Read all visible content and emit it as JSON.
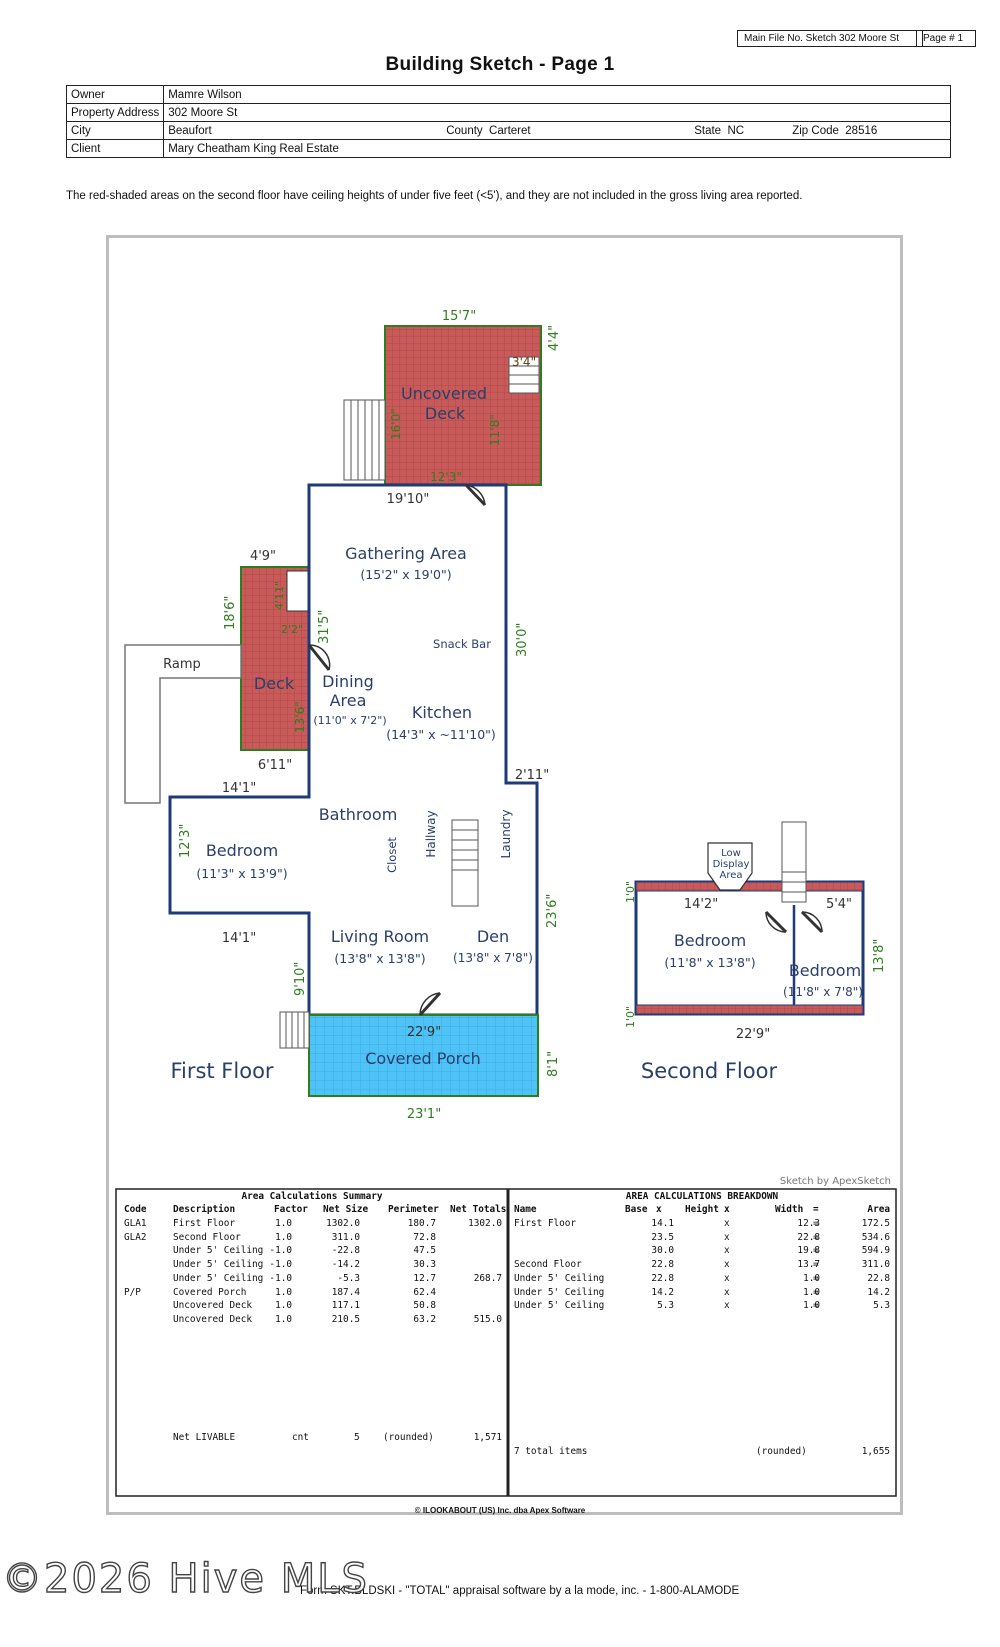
{
  "header": {
    "file_no": "Main File No. Sketch 302 Moore St",
    "page_no": "Page # 1",
    "title": "Building Sketch - Page 1"
  },
  "info": {
    "owner_label": "Owner",
    "owner": "Mamre Wilson",
    "address_label": "Property Address",
    "address": "302 Moore St",
    "city_label": "City",
    "city": "Beaufort",
    "county_label": "County",
    "county": "Carteret",
    "state_label": "State",
    "state": "NC",
    "zip_label": "Zip Code",
    "zip": "28516",
    "client_label": "Client",
    "client": "Mary Cheatham King Real Estate"
  },
  "note": "The red-shaded areas on the second floor have ceiling heights of under five feet (<5'), and they are not included in the gross living area reported.",
  "sketch": {
    "first_floor_title": "First Floor",
    "second_floor_title": "Second Floor",
    "rooms": {
      "uncovered_deck_1": "Uncovered",
      "uncovered_deck_2": "Deck",
      "gathering": "Gathering Area",
      "gathering_dim": "(15'2\" x 19'0\")",
      "snack_bar": "Snack Bar",
      "deck": "Deck",
      "ramp": "Ramp",
      "dining_1": "Dining",
      "dining_2": "Area",
      "dining_dim": "(11'0\" x 7'2\")",
      "kitchen": "Kitchen",
      "kitchen_dim": "(14'3\" x ~11'10\")",
      "bathroom": "Bathroom",
      "bedroom": "Bedroom",
      "bedroom_dim": "(11'3\" x 13'9\")",
      "closet": "Closet",
      "hallway": "Hallway",
      "laundry": "Laundry",
      "living": "Living Room",
      "living_dim": "(13'8\" x 13'8\")",
      "den": "Den",
      "den_dim": "(13'8\" x 7'8\")",
      "covered_porch": "Covered Porch",
      "low_display_1": "Low",
      "low_display_2": "Display",
      "low_display_3": "Area",
      "bedroom2a": "Bedroom",
      "bedroom2a_dim": "(11'8\" x 13'8\")",
      "bedroom2b": "Bedroom",
      "bedroom2b_dim": "(11'8\" x 7'8\")"
    },
    "dims": {
      "d15_7": "15'7\"",
      "d4_4": "4'4\"",
      "d3_4": "3'4\"",
      "d16_0": "16'0\"",
      "d11_8": "11'8\"",
      "d12_3": "12'3\"",
      "d19_10": "19'10\"",
      "d4_9": "4'9\"",
      "d18_6": "18'6\"",
      "d4_11": "4'11\"",
      "d2_2": "2'2\"",
      "d31_5": "31'5\"",
      "d13_6": "13'6\"",
      "d6_11": "6'11\"",
      "d30_0": "30'0\"",
      "d14_1a": "14'1\"",
      "d2_11": "2'11\"",
      "d12_3b": "12'3\"",
      "d14_1b": "14'1\"",
      "d23_6": "23'6\"",
      "d9_10": "9'10\"",
      "d22_9a": "22'9\"",
      "d8_1": "8'1\"",
      "d23_1": "23'1\"",
      "d1_0a": "1'0\"",
      "d14_2": "14'2\"",
      "d5_4": "5'4\"",
      "d13_8": "13'8\"",
      "d1_0b": "1'0\"",
      "d22_9b": "22'9\""
    },
    "credit": "Sketch by ApexSketch"
  },
  "summary": {
    "title": "Area Calculations Summary",
    "headers": [
      "Code",
      "Description",
      "Factor",
      "Net Size",
      "Perimeter",
      "Net Totals"
    ],
    "rows": [
      [
        "GLA1",
        "First Floor",
        "1.0",
        "1302.0",
        "180.7",
        "1302.0"
      ],
      [
        "GLA2",
        "Second Floor",
        "1.0",
        "311.0",
        "72.8",
        ""
      ],
      [
        "",
        "Under 5' Ceiling",
        "-1.0",
        "-22.8",
        "47.5",
        ""
      ],
      [
        "",
        "Under 5' Ceiling",
        "-1.0",
        "-14.2",
        "30.3",
        ""
      ],
      [
        "",
        "Under 5' Ceiling",
        "-1.0",
        "-5.3",
        "12.7",
        "268.7"
      ],
      [
        "P/P",
        "Covered Porch",
        "1.0",
        "187.4",
        "62.4",
        ""
      ],
      [
        "",
        "Uncovered Deck",
        "1.0",
        "117.1",
        "50.8",
        ""
      ],
      [
        "",
        "Uncovered Deck",
        "1.0",
        "210.5",
        "63.2",
        "515.0"
      ]
    ],
    "net_label": "Net LIVABLE",
    "net_cnt": "cnt",
    "net_count": "5",
    "net_rounded": "(rounded)",
    "net_total": "1,571"
  },
  "breakdown": {
    "title": "AREA CALCULATIONS BREAKDOWN",
    "headers": [
      "Name",
      "Base",
      "x",
      "Height",
      "x",
      "Width",
      "=",
      "Area"
    ],
    "rows": [
      [
        "First Floor",
        "14.1",
        "x",
        "12.3",
        "=",
        "172.5"
      ],
      [
        "",
        "23.5",
        "x",
        "22.8",
        "=",
        "534.6"
      ],
      [
        "",
        "30.0",
        "x",
        "19.8",
        "=",
        "594.9"
      ],
      [
        "Second Floor",
        "22.8",
        "x",
        "13.7",
        "=",
        "311.0"
      ],
      [
        "Under 5' Ceiling",
        "22.8",
        "x",
        "1.0",
        "=",
        "22.8"
      ],
      [
        "Under 5' Ceiling",
        "14.2",
        "x",
        "1.0",
        "=",
        "14.2"
      ],
      [
        "Under 5' Ceiling",
        "5.3",
        "x",
        "1.0",
        "=",
        "5.3"
      ]
    ],
    "total_label": "7 total items",
    "total_rounded": "(rounded)",
    "total": "1,655"
  },
  "copyright": "© ILOOKABOUT (US) Inc. dba Apex Software",
  "footer": "Form SKT.BLDSKI - \"TOTAL\" appraisal software by a la mode, inc. - 1-800-ALAMODE",
  "watermark": "©2026 Hive MLS",
  "colors": {
    "red_deck": "#c85a5a",
    "blue_porch": "#4fc3f7",
    "wall": "#1e3a78",
    "dim_green": "#2e7d1e"
  }
}
